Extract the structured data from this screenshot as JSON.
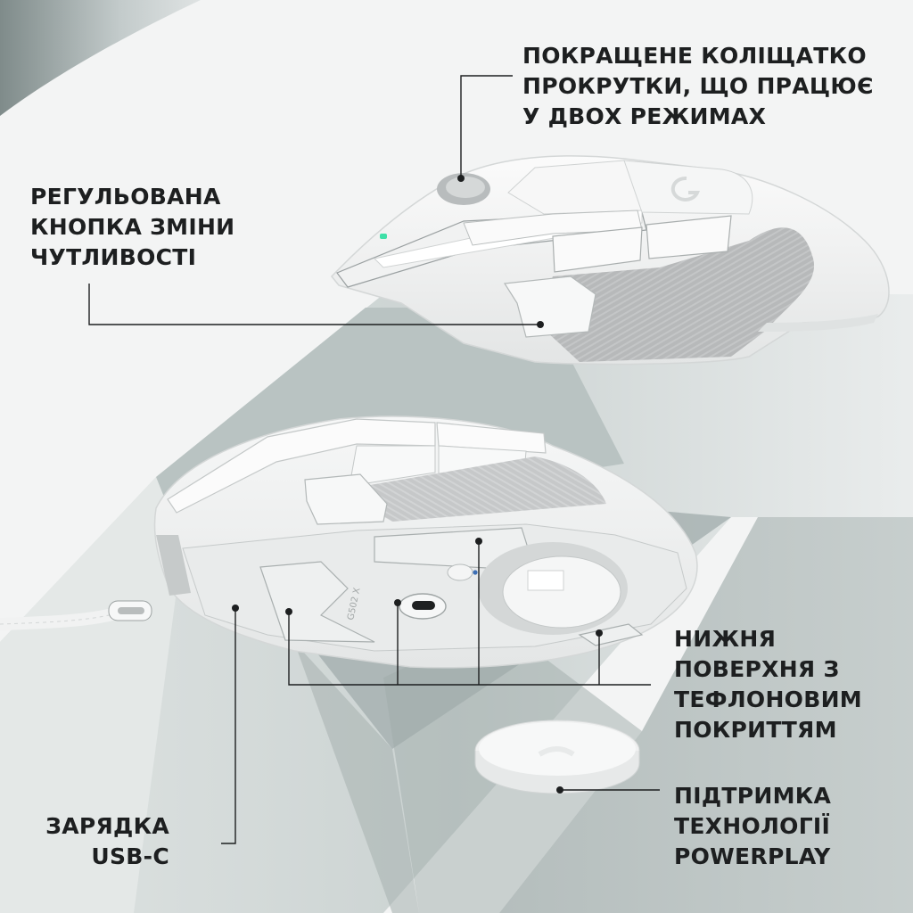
{
  "product": {
    "model_marking": "G502 X",
    "logo_glyph": "G"
  },
  "callouts": {
    "scroll_wheel": {
      "lines": [
        "ПОКРАЩЕНЕ КОЛІЩАТКО",
        "ПРОКРУТКИ, ЩО ПРАЦЮЄ",
        "У ДВОХ РЕЖИМАХ"
      ]
    },
    "dpi_shift": {
      "lines": [
        "РЕГУЛЬОВАНА",
        "КНОПКА ЗМІНИ",
        "ЧУТЛИВОСТІ"
      ]
    },
    "ptfe_feet": {
      "lines": [
        "НИЖНЯ",
        "ПОВЕРХНЯ З",
        "ТЕФЛОНОВИМ",
        "ПОКРИТТЯМ"
      ]
    },
    "powerplay": {
      "lines": [
        "ПІДТРИМКА",
        "ТЕХНОЛОГІЇ",
        "POWERPLAY"
      ]
    },
    "usb_c": {
      "lines": [
        "ЗАРЯДКА",
        "USB-C"
      ]
    }
  },
  "colors": {
    "background": "#f3f4f4",
    "accent_gray": "#a9b3b2",
    "dark_gray": "#7f8b8a",
    "text": "#1d1f20",
    "mouse_white": "#f4f5f5",
    "grip_gray": "#bdbfc0",
    "led_green": "#3fe0a8"
  }
}
